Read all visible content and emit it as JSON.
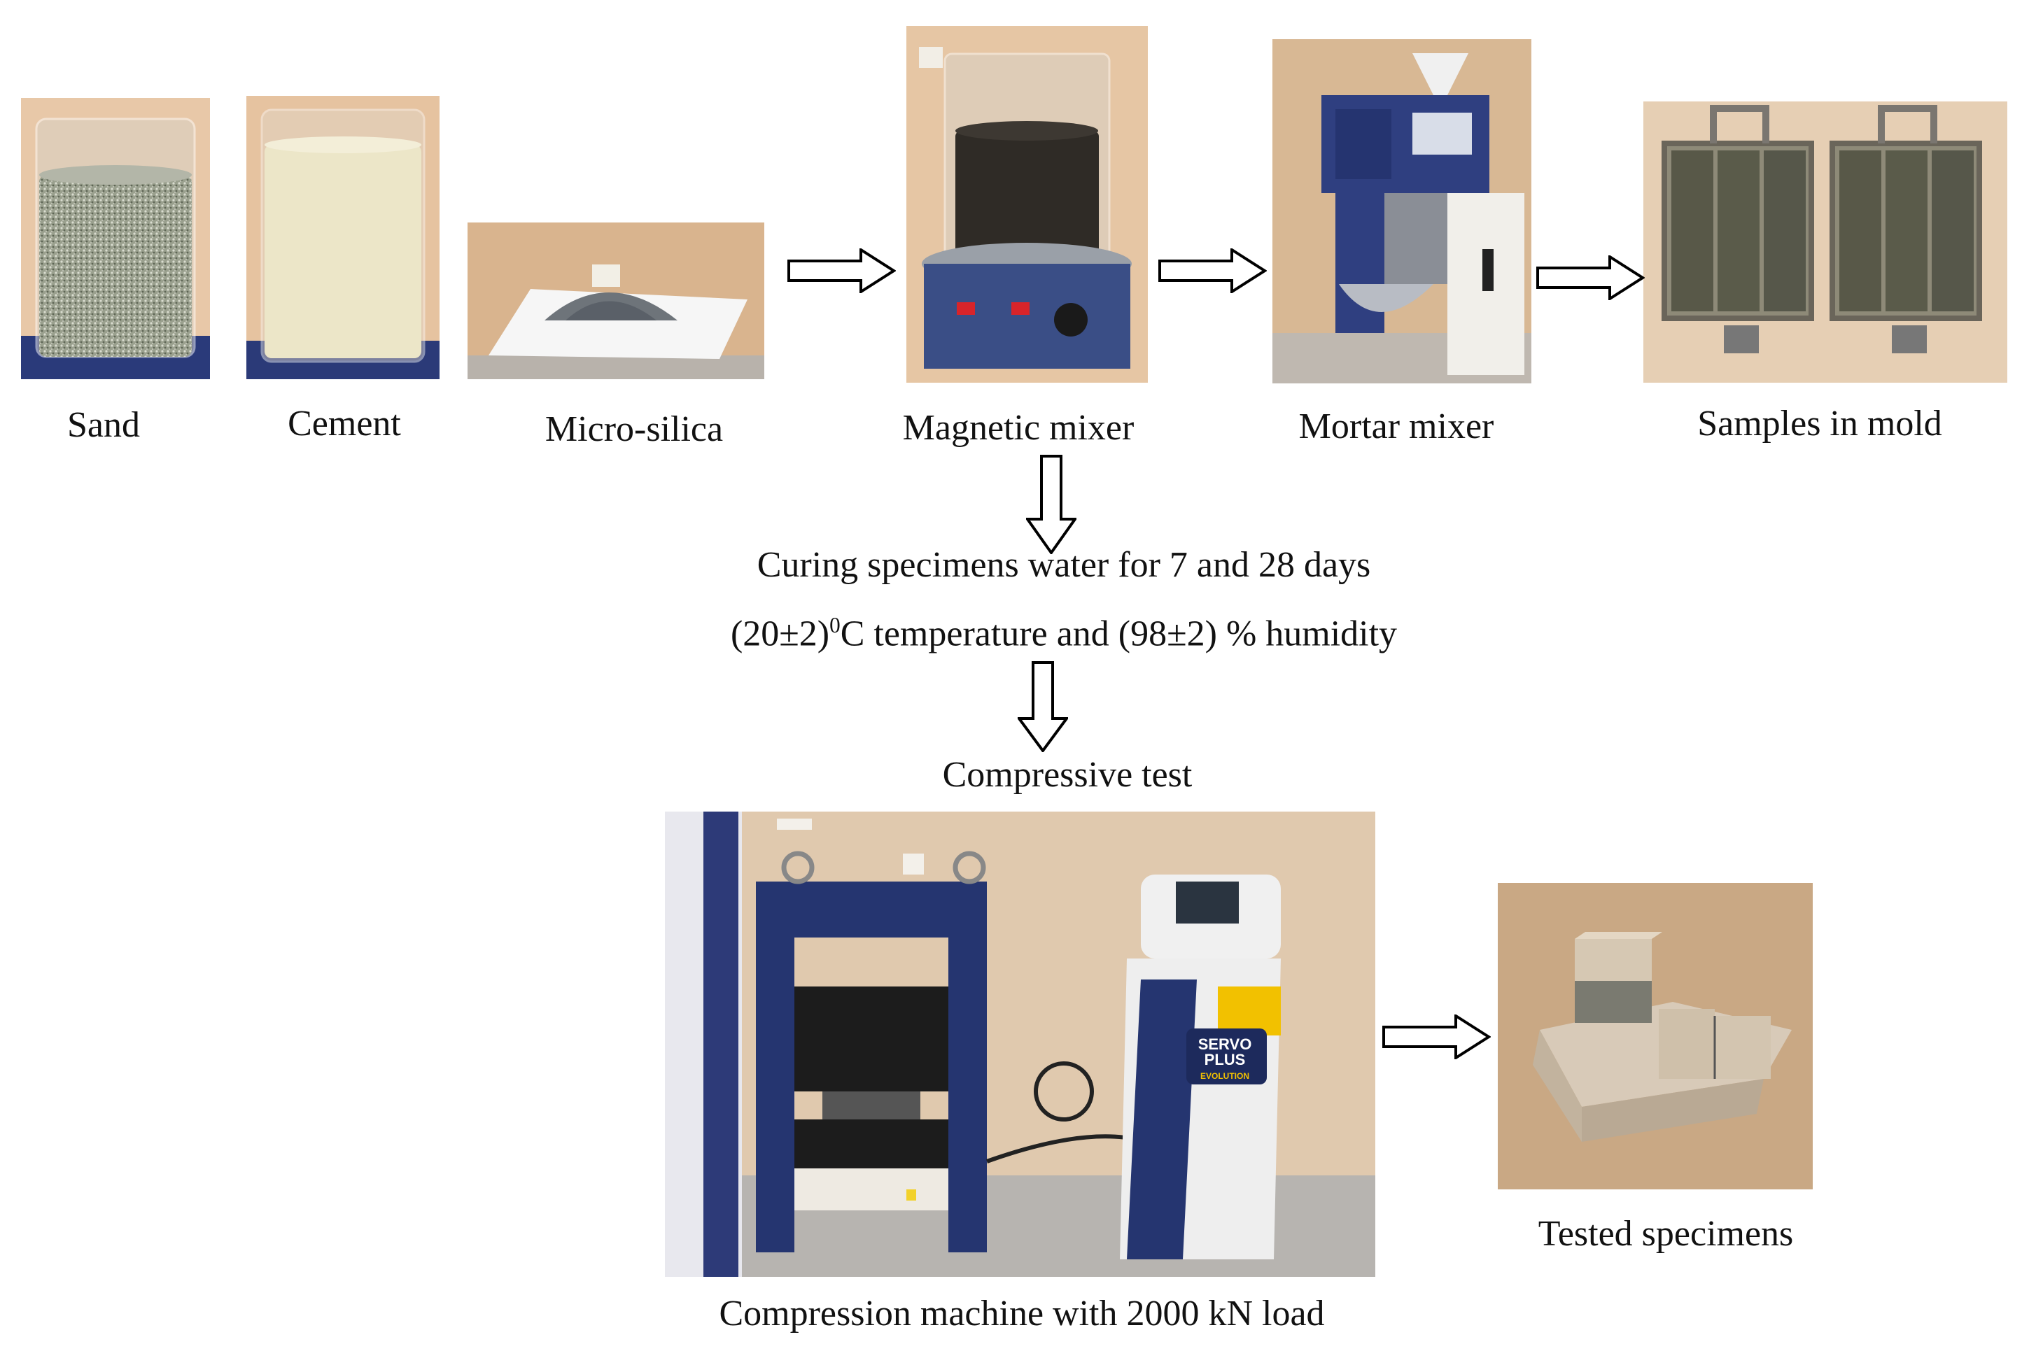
{
  "labels": {
    "sand": "Sand",
    "cement": "Cement",
    "micro_silica": "Micro-silica",
    "magnetic_mixer": "Magnetic mixer",
    "mortar_mixer": "Mortar mixer",
    "samples_in_mold": "Samples in mold",
    "curing_line1": "Curing specimens water for 7 and 28 days",
    "curing_line2_pre": "(20±2)",
    "curing_line2_sup": "0",
    "curing_line2_post": "C temperature and (98±2) % humidity",
    "compressive_test": "Compressive test",
    "compression_machine": "Compression machine with 2000 kN load",
    "tested_specimens": "Tested specimens"
  },
  "machine_text": {
    "brand_line1": "SERVO",
    "brand_line2": "PLUS",
    "brand_line3": "EVOLUTION"
  }
}
